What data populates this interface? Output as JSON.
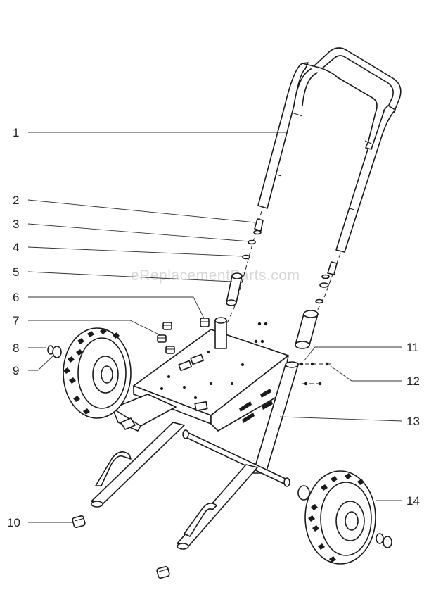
{
  "watermark": "eReplacementParts.com",
  "callouts": [
    {
      "id": "c1",
      "label": "1"
    },
    {
      "id": "c2",
      "label": "2"
    },
    {
      "id": "c3",
      "label": "3"
    },
    {
      "id": "c4",
      "label": "4"
    },
    {
      "id": "c5",
      "label": "5"
    },
    {
      "id": "c6",
      "label": "6"
    },
    {
      "id": "c7",
      "label": "7"
    },
    {
      "id": "c8",
      "label": "8"
    },
    {
      "id": "c9",
      "label": "9"
    },
    {
      "id": "c10",
      "label": "10"
    },
    {
      "id": "c11",
      "label": "11"
    },
    {
      "id": "c12",
      "label": "12"
    },
    {
      "id": "c13",
      "label": "13"
    },
    {
      "id": "c14",
      "label": "14"
    }
  ]
}
